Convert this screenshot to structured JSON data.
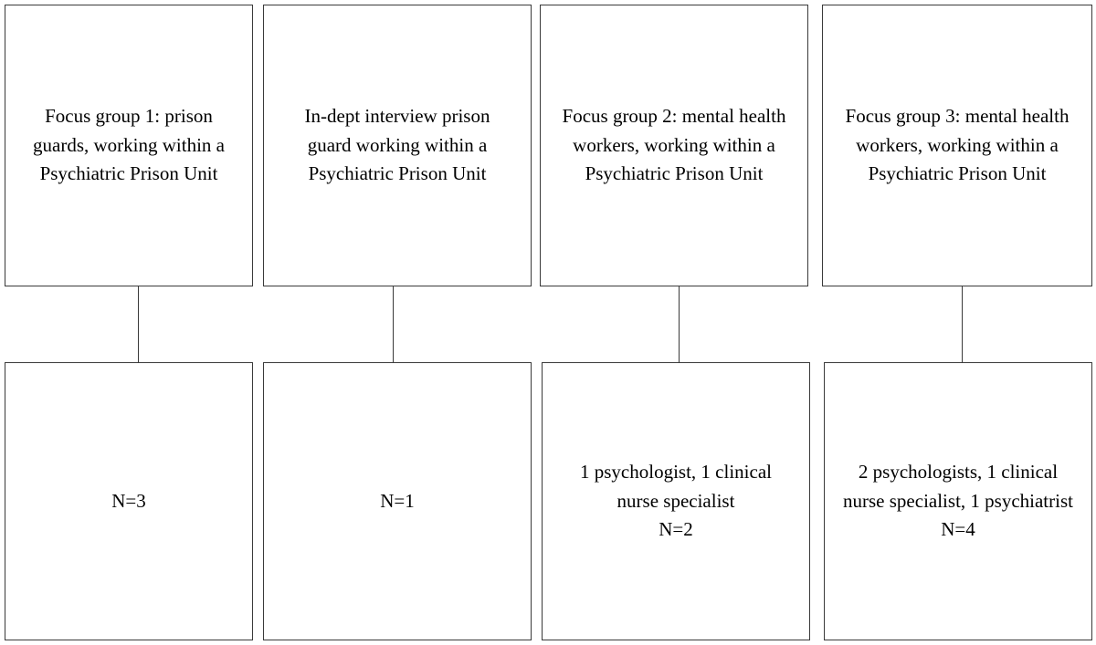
{
  "groups": [
    {
      "title": "Focus group 1: prison guards, working within a Psychiatric Prison Unit",
      "composition": "",
      "count": "N=3"
    },
    {
      "title": "In-dept interview prison guard working within a Psychiatric Prison Unit",
      "composition": "",
      "count": "N=1"
    },
    {
      "title": "Focus group 2: mental health workers, working within a Psychiatric Prison Unit",
      "composition": "1 psychologist, 1 clinical nurse specialist",
      "count": "N=2"
    },
    {
      "title": "Focus group 3: mental health workers, working within a Psychiatric Prison Unit",
      "composition": "2 psychologists, 1 clinical nurse specialist, 1 psychiatrist",
      "count": "N=4"
    }
  ],
  "colors": {
    "border": "#3a3a3a",
    "background": "#ffffff",
    "text": "#000000"
  }
}
